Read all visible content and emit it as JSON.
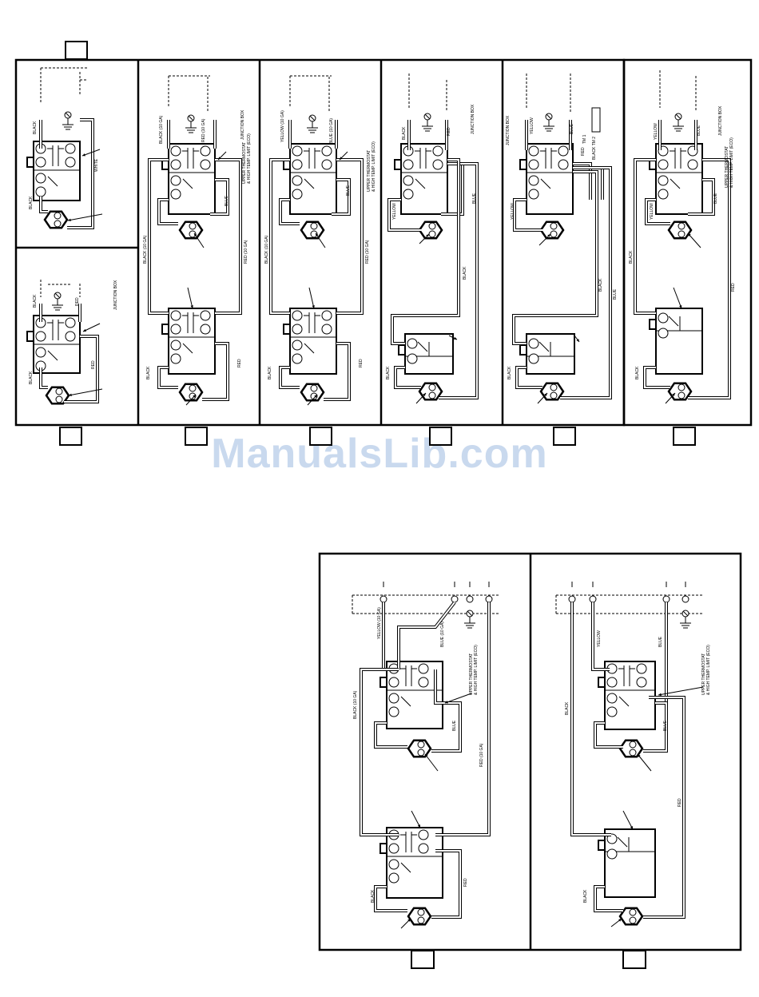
{
  "watermark": "ManualsLib.com",
  "labels": {
    "black": "BLACK",
    "red": "RED",
    "blue": "BLUE",
    "white": "WHITE",
    "yellow": "YELLOW",
    "jbox": "JUNCTION BOX",
    "black10": "BLACK (10 GA)",
    "red10": "RED (10 GA)",
    "yellow10": "YELLOW (10 GA)",
    "blue10": "BLUE (10 GA)",
    "upper_eco_1": "UPPER THERMOSTAT",
    "upper_eco_2": "& HIGH TEMP. LIMIT (ECO)",
    "tm1": "TM 1",
    "tm2": "TM 2",
    "black_tm2": "BLACK TM 2"
  }
}
